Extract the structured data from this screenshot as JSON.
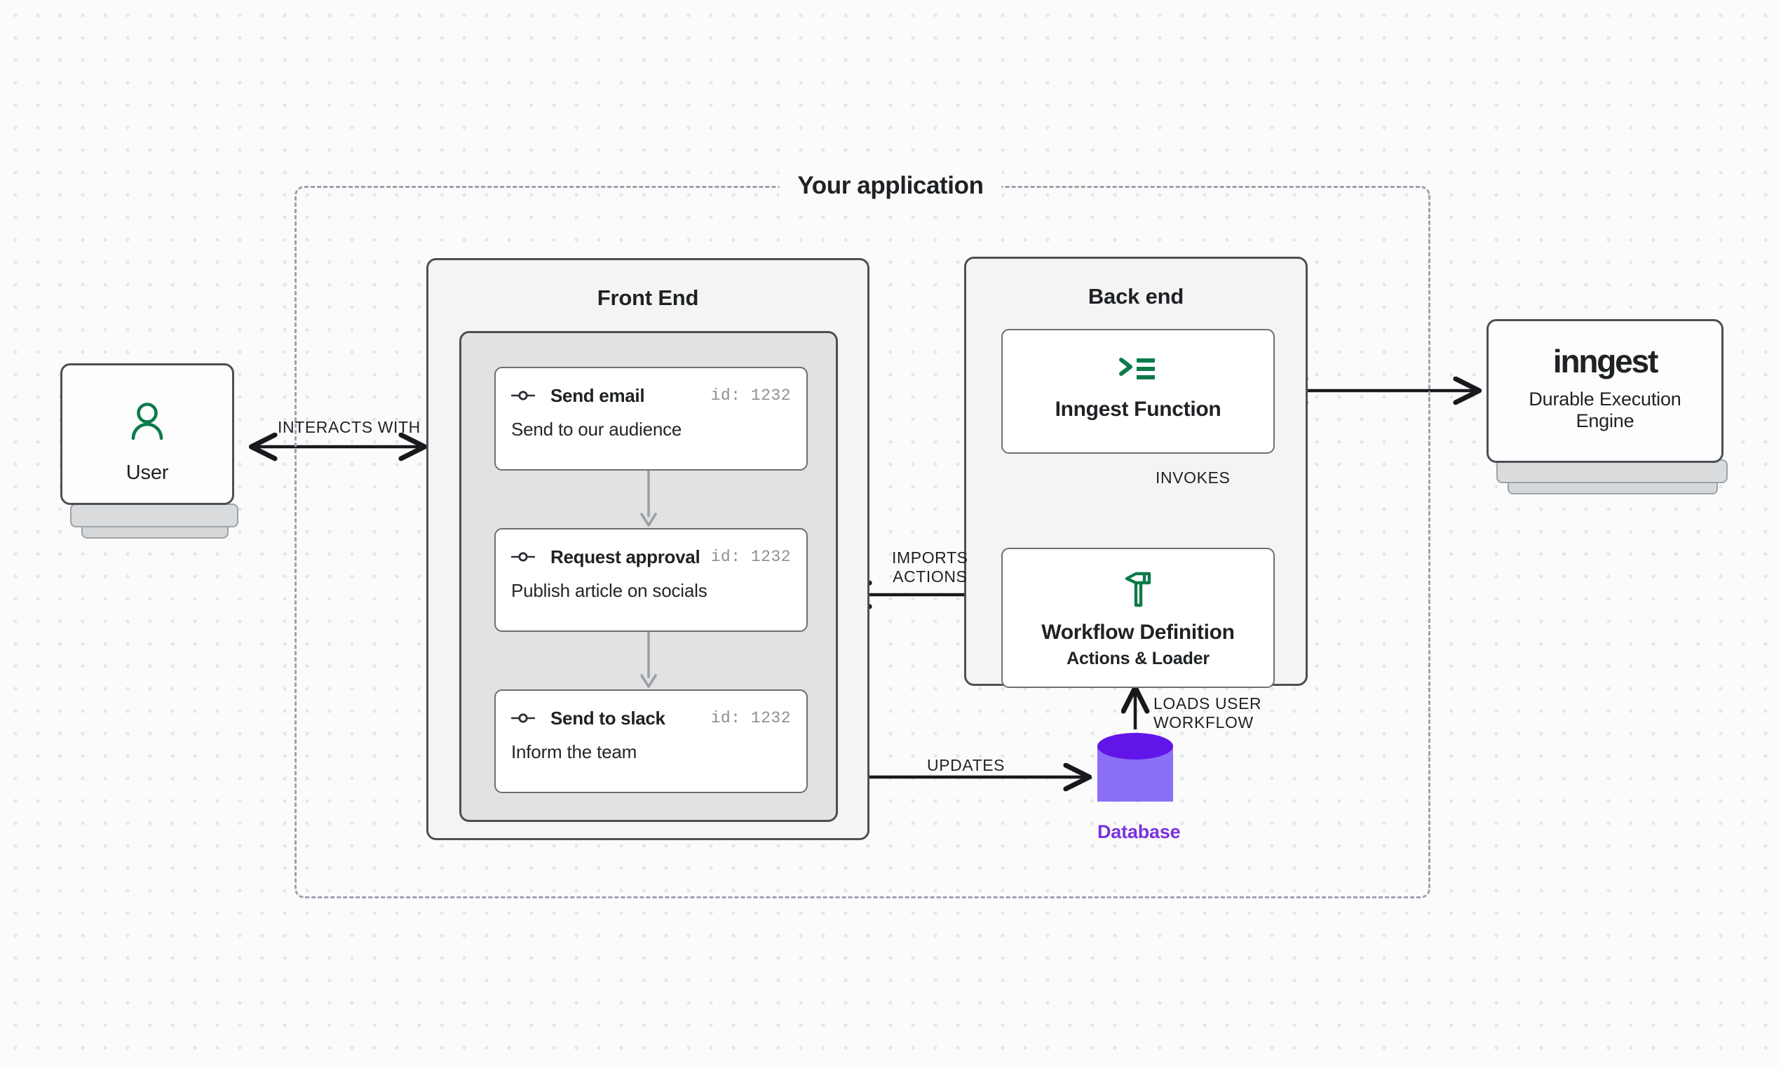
{
  "diagram": {
    "app_container": {
      "title": "Your application"
    },
    "frontend": {
      "title": "Front End",
      "steps": [
        {
          "icon": "workflow-node-icon",
          "title": "Send email",
          "id_label": "id: 1232",
          "description": "Send to our audience"
        },
        {
          "icon": "workflow-node-icon",
          "title": "Request approval",
          "id_label": "id: 1232",
          "description": "Publish article on socials"
        },
        {
          "icon": "workflow-node-icon",
          "title": "Send to slack",
          "id_label": "id: 1232",
          "description": "Inform the team"
        }
      ]
    },
    "backend": {
      "title": "Back end",
      "cards": [
        {
          "icon": "terminal-prompt-icon",
          "title": "Inngest Function",
          "subtitle": ""
        },
        {
          "icon": "hammer-tool-icon",
          "title": "Workflow Definition",
          "subtitle": "Actions & Loader"
        }
      ]
    },
    "user": {
      "icon": "user-avatar-icon",
      "label": "User"
    },
    "inngest": {
      "logo": "inngest",
      "subtitle": "Durable Execution\nEngine"
    },
    "database": {
      "icon": "database-cylinder-icon",
      "label": "Database"
    },
    "edges": [
      {
        "name": "interacts-with",
        "label": "INTERACTS WITH",
        "direction": "bidirectional"
      },
      {
        "name": "imports-actions",
        "label": "IMPORTS\nACTIONS",
        "direction": "left"
      },
      {
        "name": "invokes",
        "label": "INVOKES",
        "direction": "down"
      },
      {
        "name": "updates",
        "label": "UPDATES",
        "direction": "right"
      },
      {
        "name": "loads-user-workflow",
        "label": "LOADS USER\nWORKFLOW",
        "direction": "up"
      },
      {
        "name": "backend-inngest",
        "label": "",
        "direction": "bidirectional"
      }
    ],
    "colors": {
      "accent_green": "#0d7a4a",
      "accent_purple": "#7a31e0",
      "database_top": "#6215e8",
      "database_body": "#8b6ff7",
      "stroke_dark": "#4b5055",
      "panel_fill": "#f4f4f5",
      "editor_fill": "#e2e2e3",
      "background": "#fbfbfb"
    }
  }
}
